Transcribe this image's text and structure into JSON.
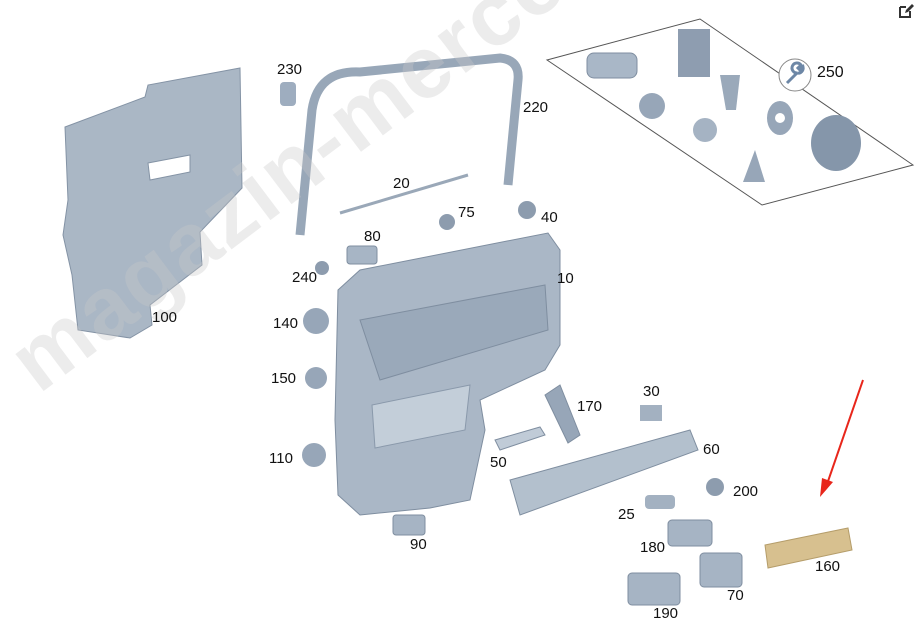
{
  "diagram": {
    "watermark": "magazin-mercedes.ru",
    "labels": {
      "p230": "230",
      "p220": "220",
      "p20": "20",
      "p75": "75",
      "p40": "40",
      "p80": "80",
      "p240": "240",
      "p10": "10",
      "p100": "100",
      "p140": "140",
      "p150": "150",
      "p110": "110",
      "p170": "170",
      "p30": "30",
      "p60": "60",
      "p50": "50",
      "p200": "200",
      "p25": "25",
      "p180": "180",
      "p160": "160",
      "p70": "70",
      "p190": "190",
      "p90": "90",
      "p250": "250"
    },
    "colors": {
      "part": "#a9b6c4",
      "part_dark": "#7f8ea0",
      "highlight": "#d7c08f",
      "arrow": "#e8261b"
    },
    "icons": {
      "edit": "edit-icon",
      "service_kit": "wrench-icon"
    }
  }
}
